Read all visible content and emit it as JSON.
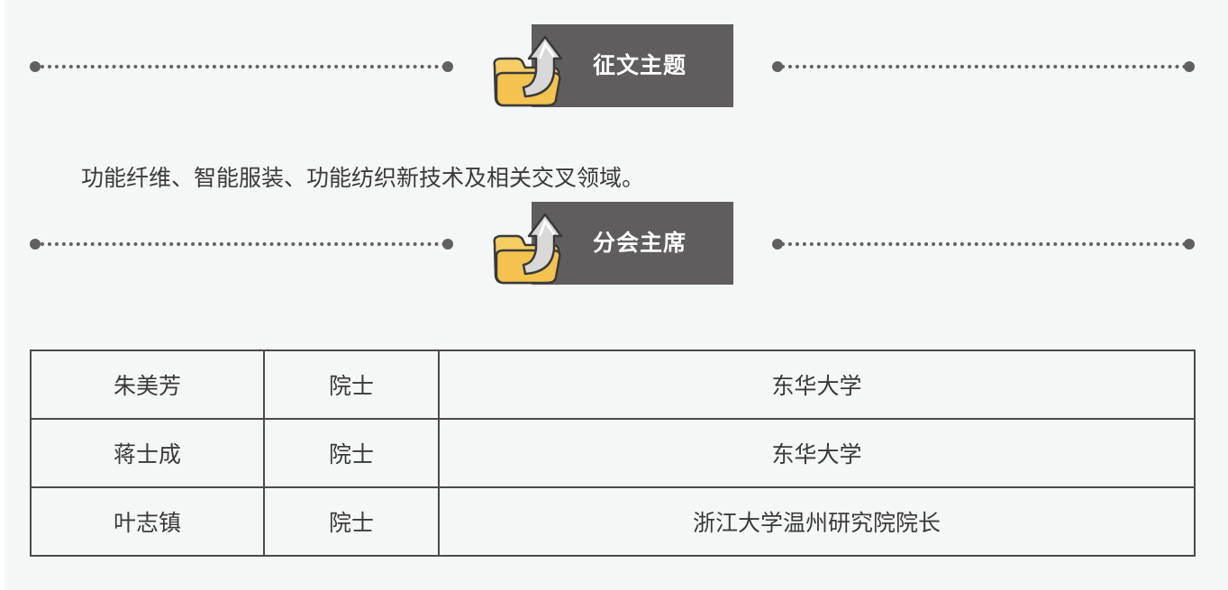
{
  "sections": [
    {
      "title": "征文主题",
      "icon": "folder-upload-icon"
    },
    {
      "title": "分会主席",
      "icon": "folder-upload-icon"
    }
  ],
  "topic": {
    "text": "功能纤维、智能服装、功能纺织新技术及相关交叉领域。"
  },
  "chairs": [
    {
      "name": "朱美芳",
      "title": "院士",
      "affiliation": "东华大学"
    },
    {
      "name": "蒋士成",
      "title": "院士",
      "affiliation": "东华大学"
    },
    {
      "name": "叶志镇",
      "title": "院士",
      "affiliation": "浙江大学温州研究院院长"
    }
  ],
  "colors": {
    "header_bg": "#5f5d5d",
    "dots": "#606060",
    "folder": "#f5cd63",
    "panel_bg": "#f5f7f6"
  }
}
